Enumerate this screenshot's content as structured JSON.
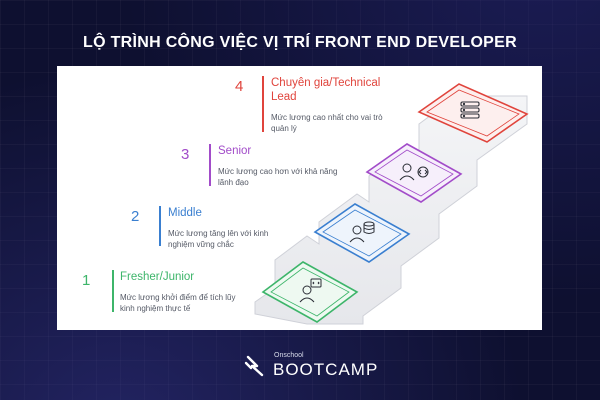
{
  "title": "LỘ TRÌNH CÔNG VIỆC VỊ TRÍ FRONT END DEVELOPER",
  "steps": [
    {
      "number": "1",
      "title": "Fresher/Junior",
      "desc_line1": "Mức lương khởi điểm để tích lũy",
      "desc_line2": "kinh nghiệm thực tế",
      "color": "#3db56a",
      "icon": "developer-code-icon"
    },
    {
      "number": "2",
      "title": "Middle",
      "desc_line1": "Mức lương tăng lên với kinh",
      "desc_line2": "nghiệm vững chắc",
      "color": "#3a7fd0",
      "icon": "developer-database-icon"
    },
    {
      "number": "3",
      "title": "Senior",
      "desc_line1": "Mức lương cao hơn với khả năng",
      "desc_line2": "lãnh đạo",
      "color": "#a24cc9",
      "icon": "leader-code-icon"
    },
    {
      "number": "4",
      "title_line1": "Chuyên gia/Technical",
      "title_line2": "Lead",
      "desc_line1": "Mức lương cao nhất cho vai trò",
      "desc_line2": "quản lý",
      "color": "#e0443c",
      "icon": "server-stack-icon"
    }
  ],
  "logo": {
    "small": "Onschool",
    "big": "BOOTCAMP"
  }
}
